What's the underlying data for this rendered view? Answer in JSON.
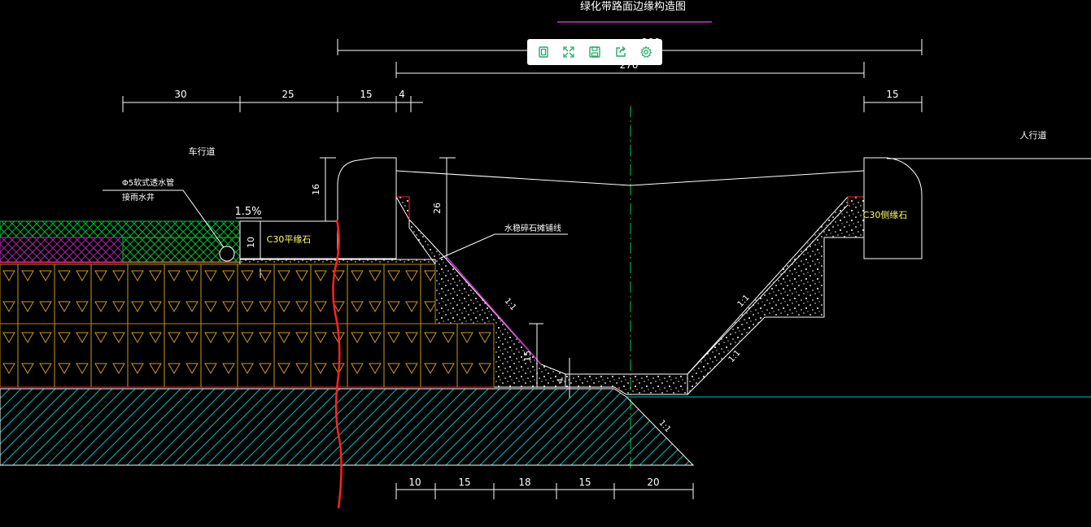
{
  "title": "绿化带路面边缘构造图",
  "labels": {
    "lane": "车行道",
    "sidewalk": "人行道",
    "pipe": "Φ5软式透水管",
    "pipe_sub": "接雨水井",
    "slope": "1.5%",
    "flat_curb": "C30平缘石",
    "side_curb": "C30侧缘石",
    "gravel": "水稳碎石摊铺线",
    "slope_a": "1:1",
    "slope_b": "1:1",
    "slope_c": "1:1",
    "slope_d": "1:1"
  },
  "dims": {
    "total": "300",
    "inner": "270",
    "top": [
      "30",
      "25",
      "15",
      "4"
    ],
    "right_top": "15",
    "h16": "16",
    "h26": "26",
    "h10": "10",
    "h15": "15",
    "h4": "4",
    "bottom": [
      "10",
      "15",
      "18",
      "15",
      "20"
    ]
  },
  "toolbar": [
    "fit-icon",
    "fullscreen-icon",
    "save-icon",
    "share-icon",
    "settings-icon"
  ],
  "colors": {
    "bg": "#000000",
    "line": "#ffffff",
    "accent": "#00cc44",
    "magenta": "#cc33cc",
    "red": "#ff2222",
    "cyan": "#00cccc",
    "yellow": "#ffff66",
    "brown": "#b8860b",
    "toolbar_icon": "#22aa66"
  }
}
